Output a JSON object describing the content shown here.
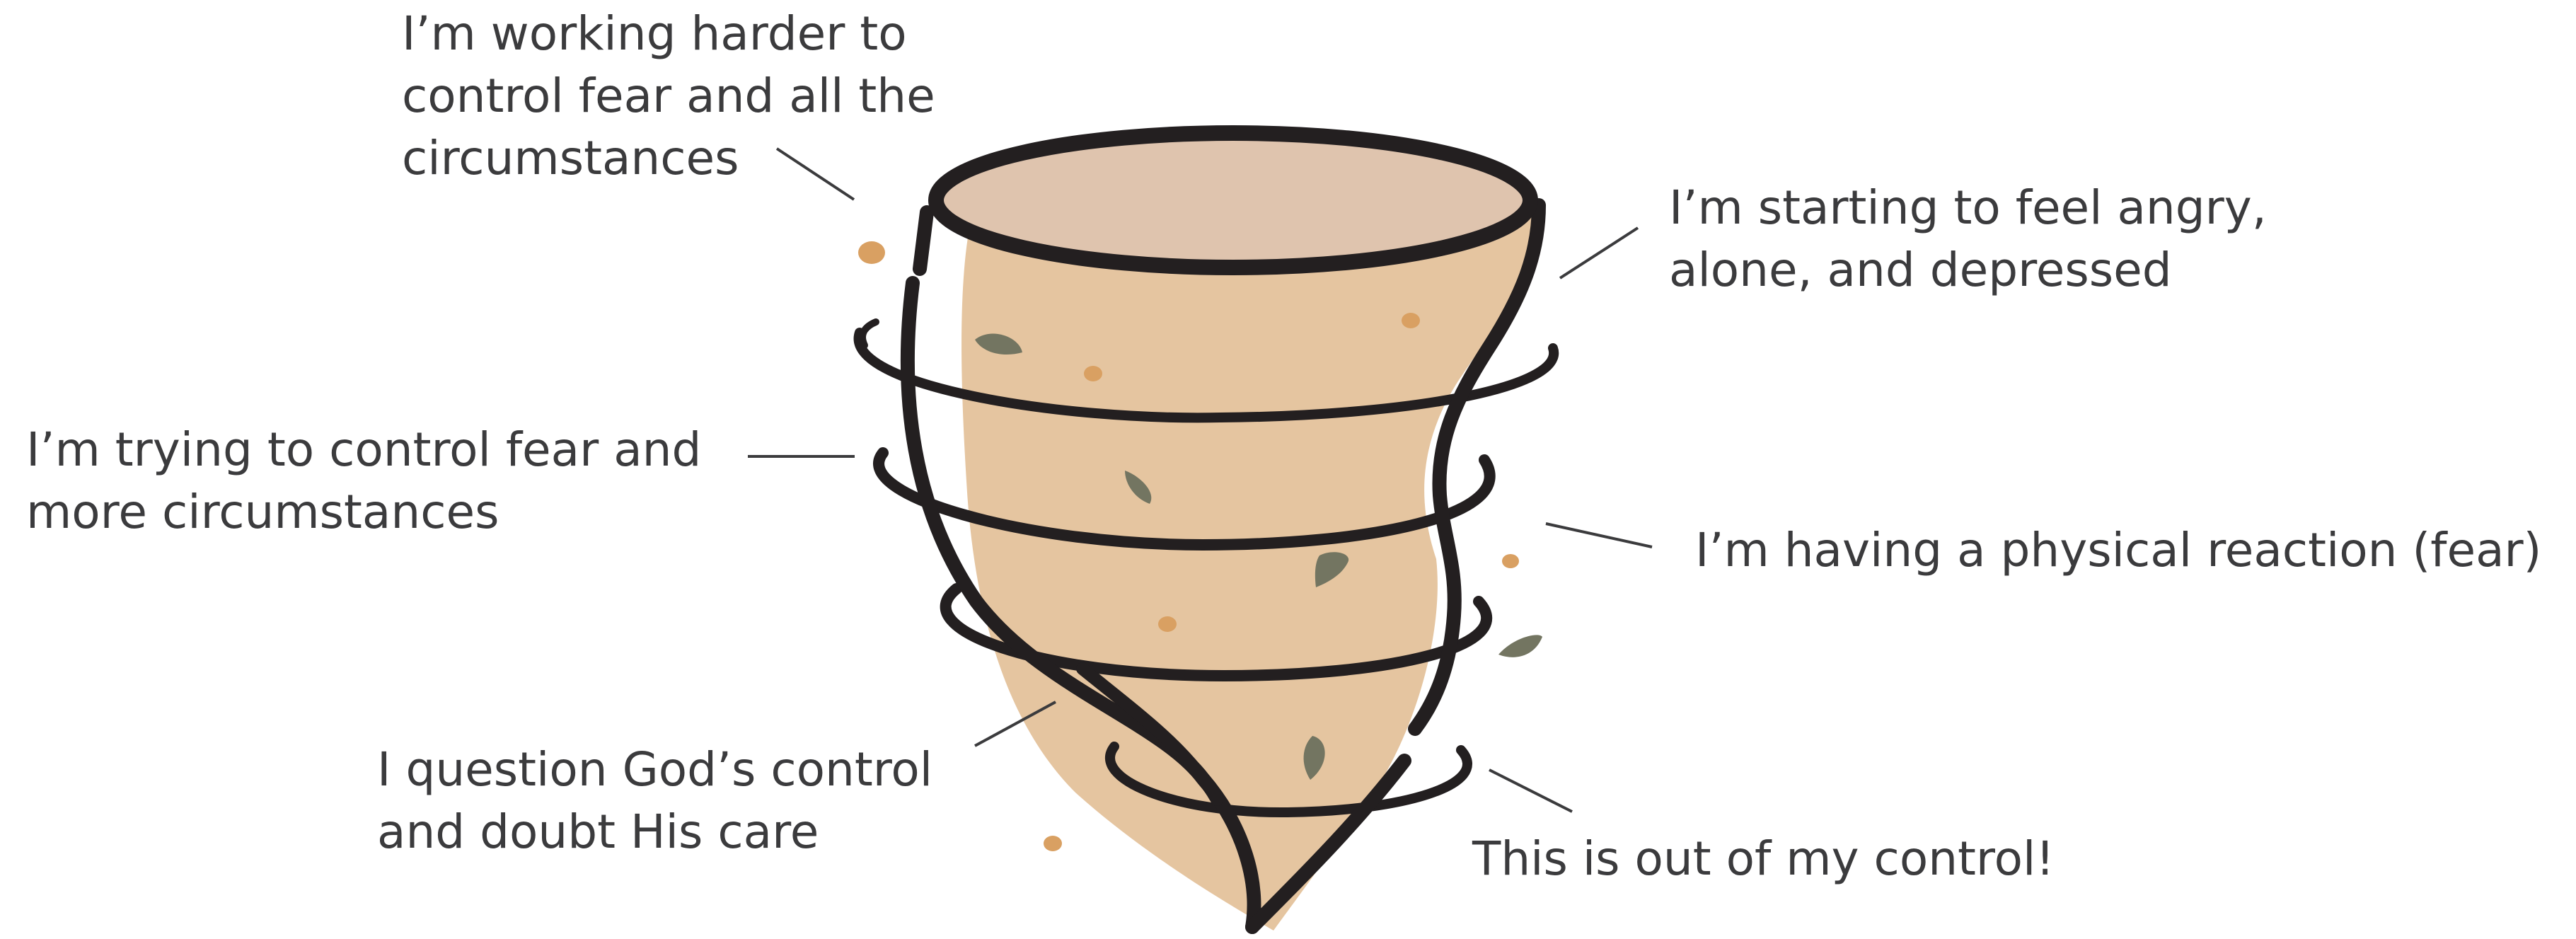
{
  "labels": {
    "working_harder": {
      "lines": [
        "I’m working harder to",
        "control fear and all the",
        "circumstances"
      ]
    },
    "angry_alone": {
      "lines": [
        "I’m starting to feel angry,",
        "alone, and depressed"
      ]
    },
    "trying_control": {
      "lines": [
        "I’m trying to control fear and",
        "more circumstances"
      ]
    },
    "physical_reaction": {
      "lines": [
        "I’m having a physical reaction (fear)"
      ]
    },
    "question_god": {
      "lines": [
        "I question God’s control",
        "and doubt His care"
      ]
    },
    "out_of_control": {
      "lines": [
        "This is out of my control!"
      ]
    }
  },
  "colors": {
    "funnel_fill": "#e5c5a0",
    "funnel_top": "#dfc4ae",
    "outline": "#231f20",
    "text": "#3b3b3d",
    "leaf": "#737561",
    "debris": "#d9a062"
  },
  "icons": {
    "main": "tornado-icon",
    "leaf": "leaf-icon",
    "debris": "debris-dot"
  }
}
